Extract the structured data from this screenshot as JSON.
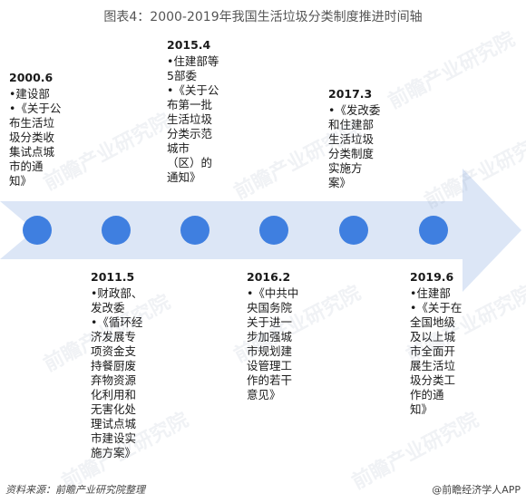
{
  "title": "图表4：2000-2019年我国生活垃圾分类制度推进时间轴",
  "events_top": [
    {
      "year": "2000.6",
      "items": [
        "•建设部",
        "•《关于公\n布生活垃\n圾分类收\n集试点城\n市的通\n知》"
      ]
    },
    {
      "year": "2015.4",
      "items": [
        "•住建部等\n5部委",
        "•《关于公\n布第一批\n生活垃圾\n分类示范\n城市\n（区）的\n通知》"
      ]
    },
    {
      "year": "2017.3",
      "items": [
        "•《发改委\n和住建部\n生活垃圾\n分类制度\n实施方\n案》"
      ]
    }
  ],
  "events_bottom": [
    {
      "year": "2011.5",
      "items": [
        "•财政部、\n发改委",
        "•《循环经\n济发展专\n项资金支\n持餐厨废\n弃物资源\n化利用和\n无害化处\n理试点城\n市建设实\n施方案》"
      ]
    },
    {
      "year": "2016.2",
      "items": [
        "•《中共中\n央国务院\n关于进一\n步加强城\n市规划建\n设管理工\n作的若干\n意见》"
      ]
    },
    {
      "year": "2019.6",
      "items": [
        "•住建部",
        "•《关于在\n全国地级\n及以上城\n市全面开\n展生活垃\n圾分类工\n作的通\n知》"
      ]
    }
  ],
  "footer": {
    "source": "资料来源：前瞻产业研究院整理",
    "brand": "@前瞻经济学人APP"
  },
  "watermark_text": "前瞻产业研究院",
  "colors": {
    "arrow": "#dce6f6",
    "node": "#3f7fe0"
  }
}
